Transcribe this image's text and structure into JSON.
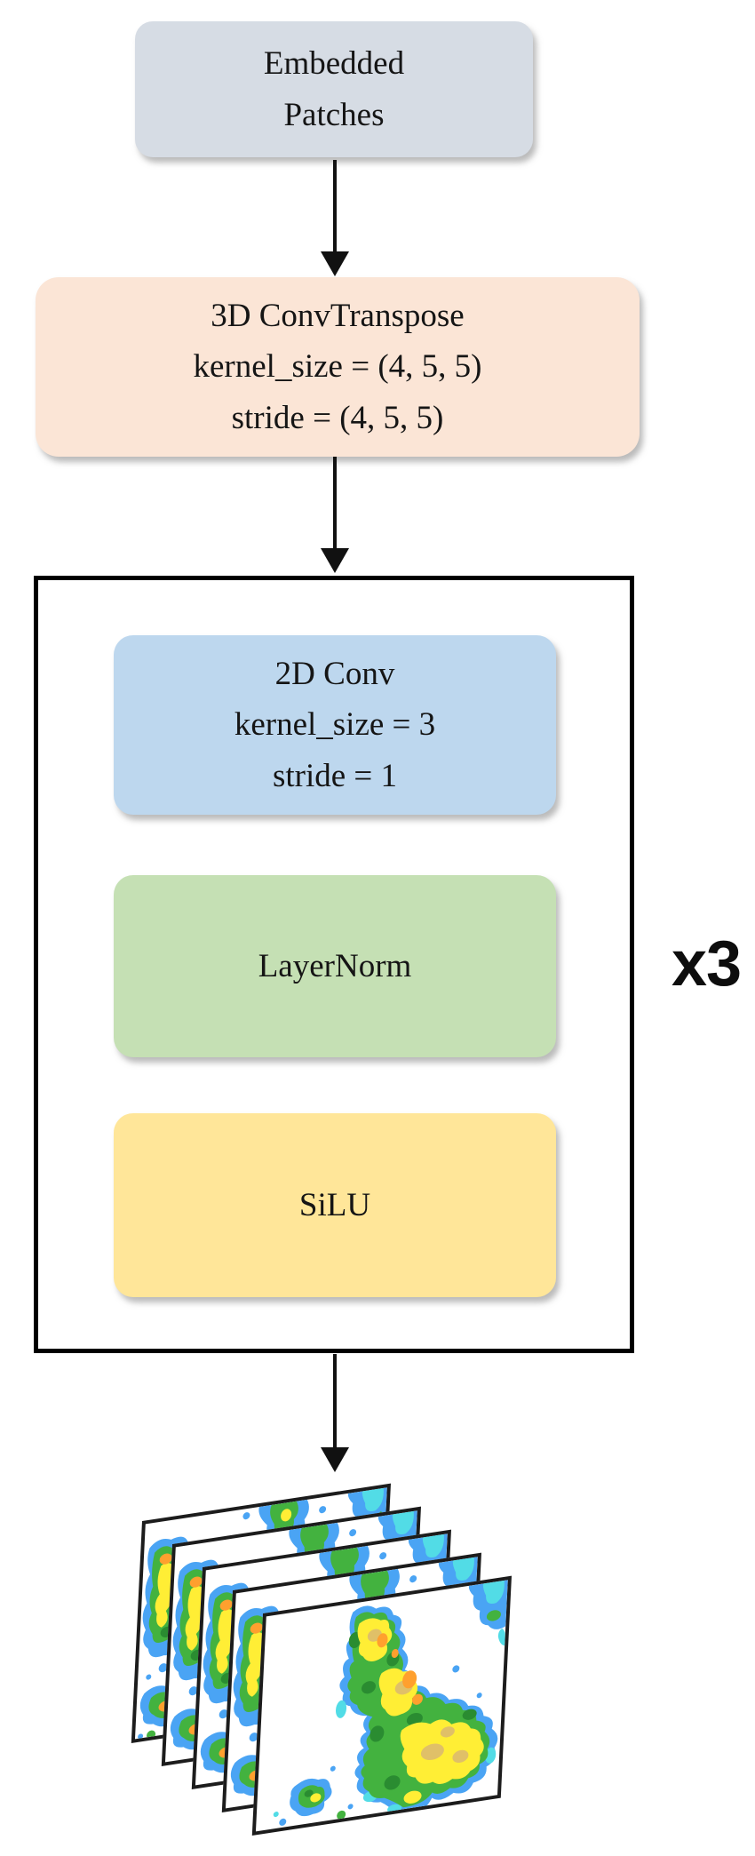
{
  "figure": {
    "title": "decoder architecture flow diagram",
    "nodes": {
      "embedded_patches": {
        "label": "Embedded\nPatches"
      },
      "conv_transpose_3d": {
        "label": "3D ConvTranspose\nkernel_size = (4, 5, 5)\nstride = (4, 5, 5)"
      },
      "conv_2d": {
        "label": "2D Conv\nkernel_size = 3\nstride = 1"
      },
      "layer_norm": {
        "label": "LayerNorm"
      },
      "silu": {
        "label": "SiLU"
      },
      "repeat_badge": {
        "label": "x3"
      }
    },
    "flow": [
      "embedded_patches",
      "conv_transpose_3d",
      "loop_block x3",
      "output_frames"
    ],
    "output_stack": {
      "frame_count": 5,
      "content": "precipitation radar frames"
    }
  },
  "palette": {
    "embedded_fill": "#d6dce4",
    "conv3d_fill": "#fbe5d6",
    "conv2d_fill": "#bdd7ee",
    "layernorm_fill": "#c5e0b4",
    "silu_fill": "#ffe699",
    "arrow_color": "#111111",
    "r_blue": "#4aa4f4",
    "r_cyan": "#52dce6",
    "r_green": "#43b23f",
    "r_gdark": "#2a8c31",
    "r_yellow": "#ffee35",
    "r_tan": "#e0c068",
    "r_orange": "#ffa02e"
  }
}
